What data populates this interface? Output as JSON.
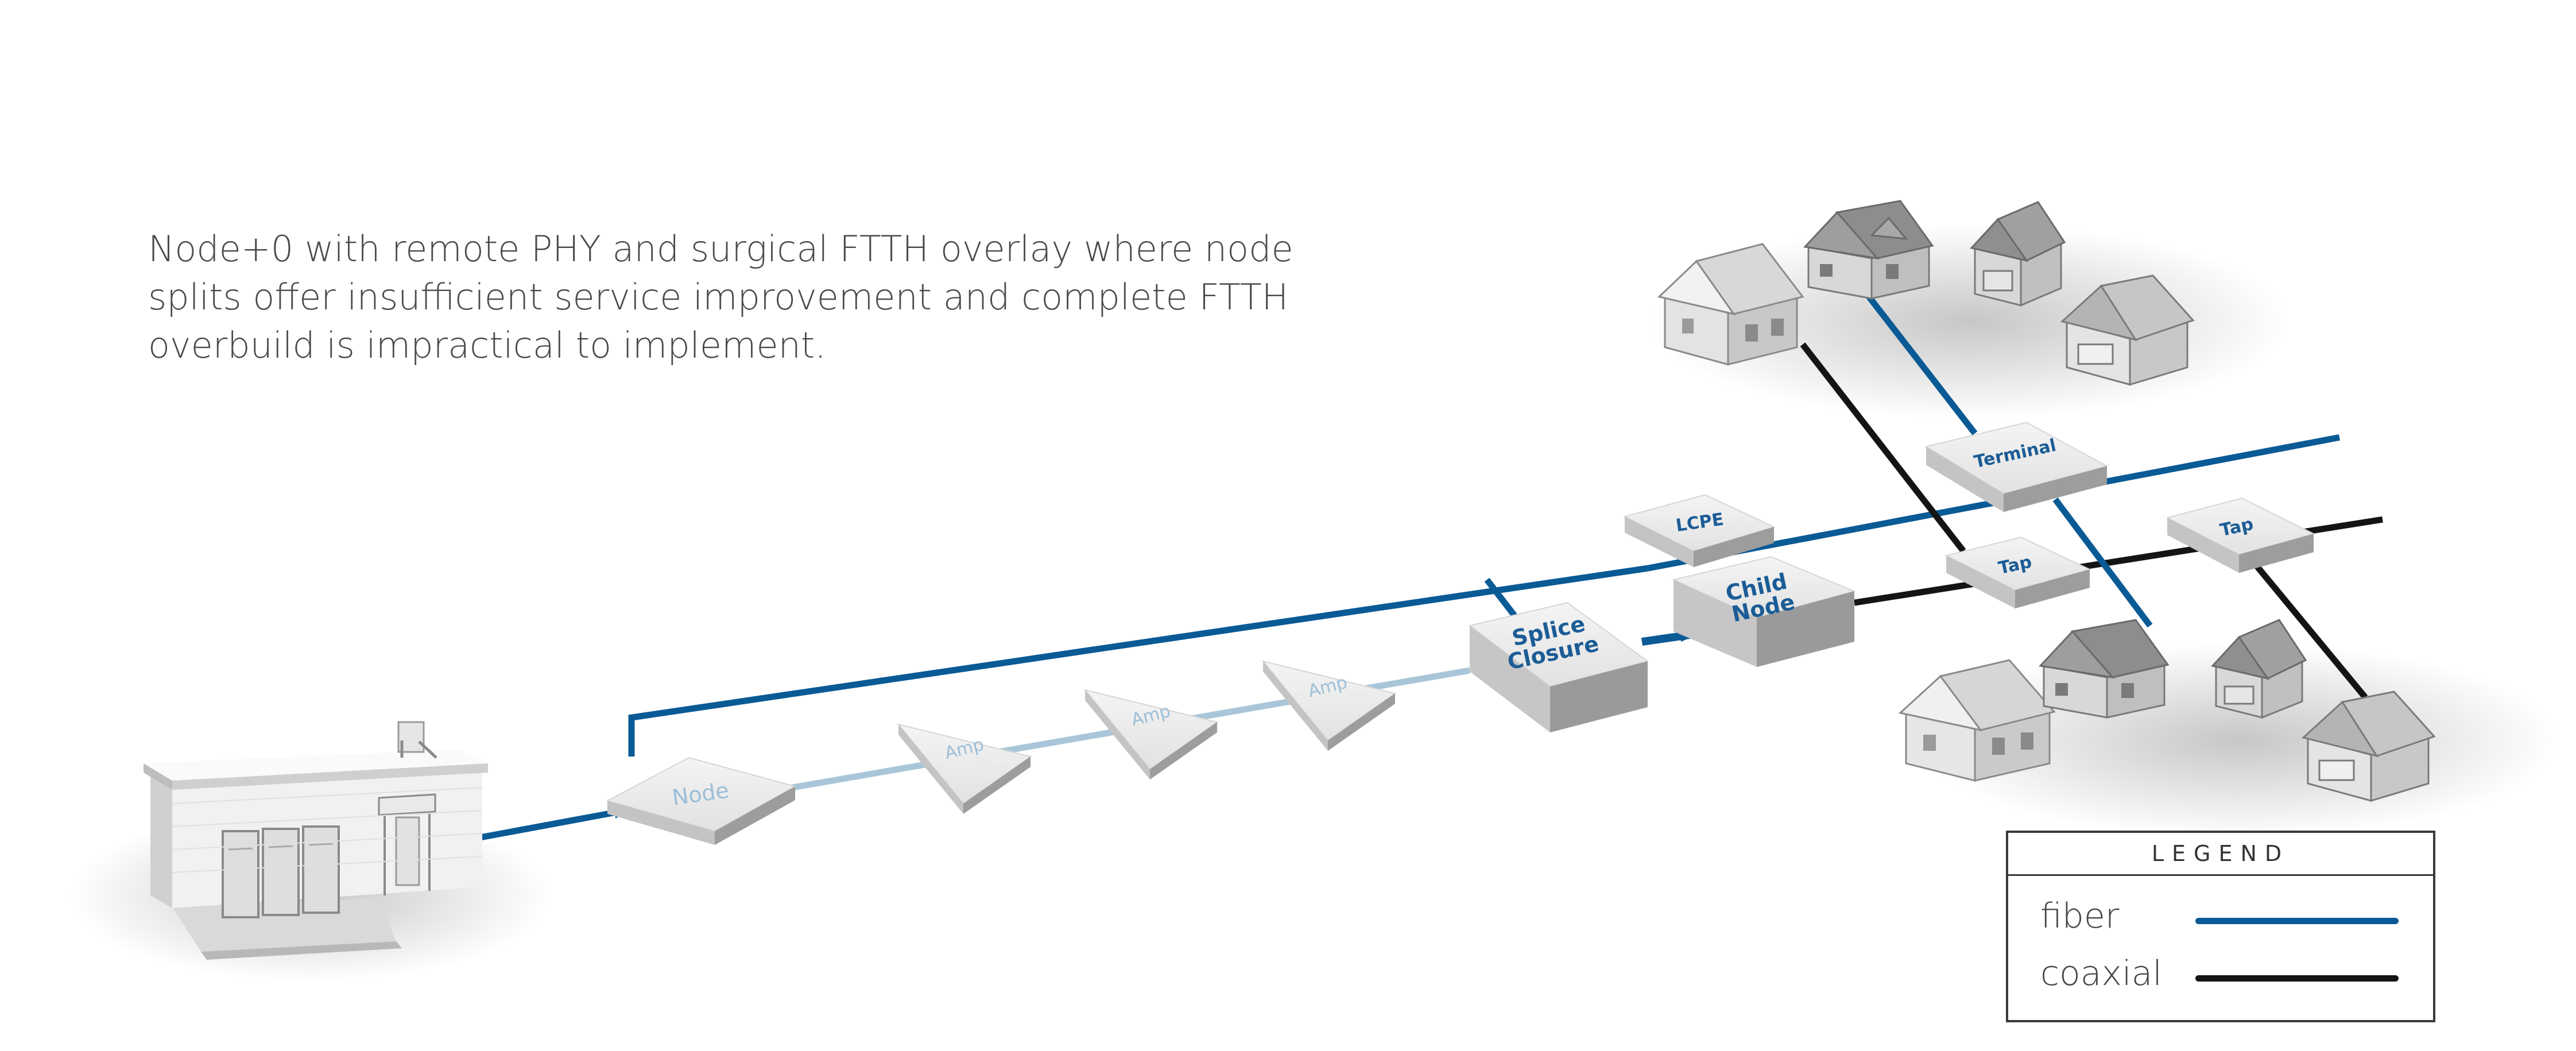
{
  "caption": {
    "lines": [
      "Node+0 with remote PHY and surgical FTTH overlay where node",
      "splits offer insufficient service improvement and complete FTTH",
      "overbuild is impractical to implement."
    ]
  },
  "labels": {
    "node": "Node",
    "amp1": "Amp",
    "amp2": "Amp",
    "amp3": "Amp",
    "splice_line1": "Splice",
    "splice_line2": "Closure",
    "lcpe": "LCPE",
    "child_line1": "Child",
    "child_line2": "Node",
    "terminal": "Terminal",
    "tap1": "Tap",
    "tap2": "Tap"
  },
  "legend": {
    "title": "LEGEND",
    "items": [
      {
        "label": "fiber",
        "color": "#0a5a96"
      },
      {
        "label": "coaxial",
        "color": "#141414"
      }
    ]
  },
  "colors": {
    "fiber": "#0a5a96",
    "coax": "#141414",
    "light_fiber": "#a9c6d9",
    "label_blue": "#1b5c96",
    "label_light": "#9cbfd8"
  }
}
